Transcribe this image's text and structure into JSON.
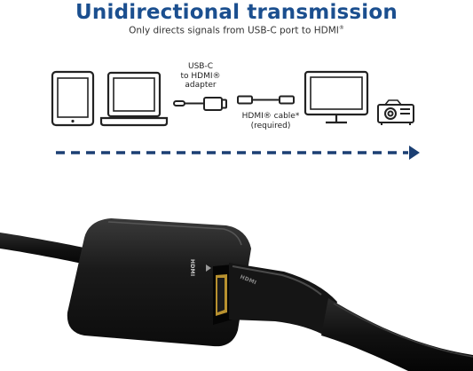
{
  "header": {
    "title": "Unidirectional transmission",
    "subtitle": "Only directs signals from USB-C port to HDMI",
    "subtitle_mark": "®"
  },
  "diagram": {
    "adapter_label": "USB-C\nto HDMI®\nadapter",
    "cable_label": "HDMI® cable*\n(required)",
    "icons": [
      "tablet-icon",
      "laptop-icon",
      "usb-c-adapter-icon",
      "hdmi-cable-icon",
      "monitor-icon",
      "projector-icon"
    ],
    "arrow_direction": "right"
  },
  "photo": {
    "port_print": "HDMI",
    "plug_print": "HDMI"
  },
  "colors": {
    "title": "#1b4f8f",
    "arrow": "#1b3f73",
    "icon_stroke": "#222222"
  }
}
